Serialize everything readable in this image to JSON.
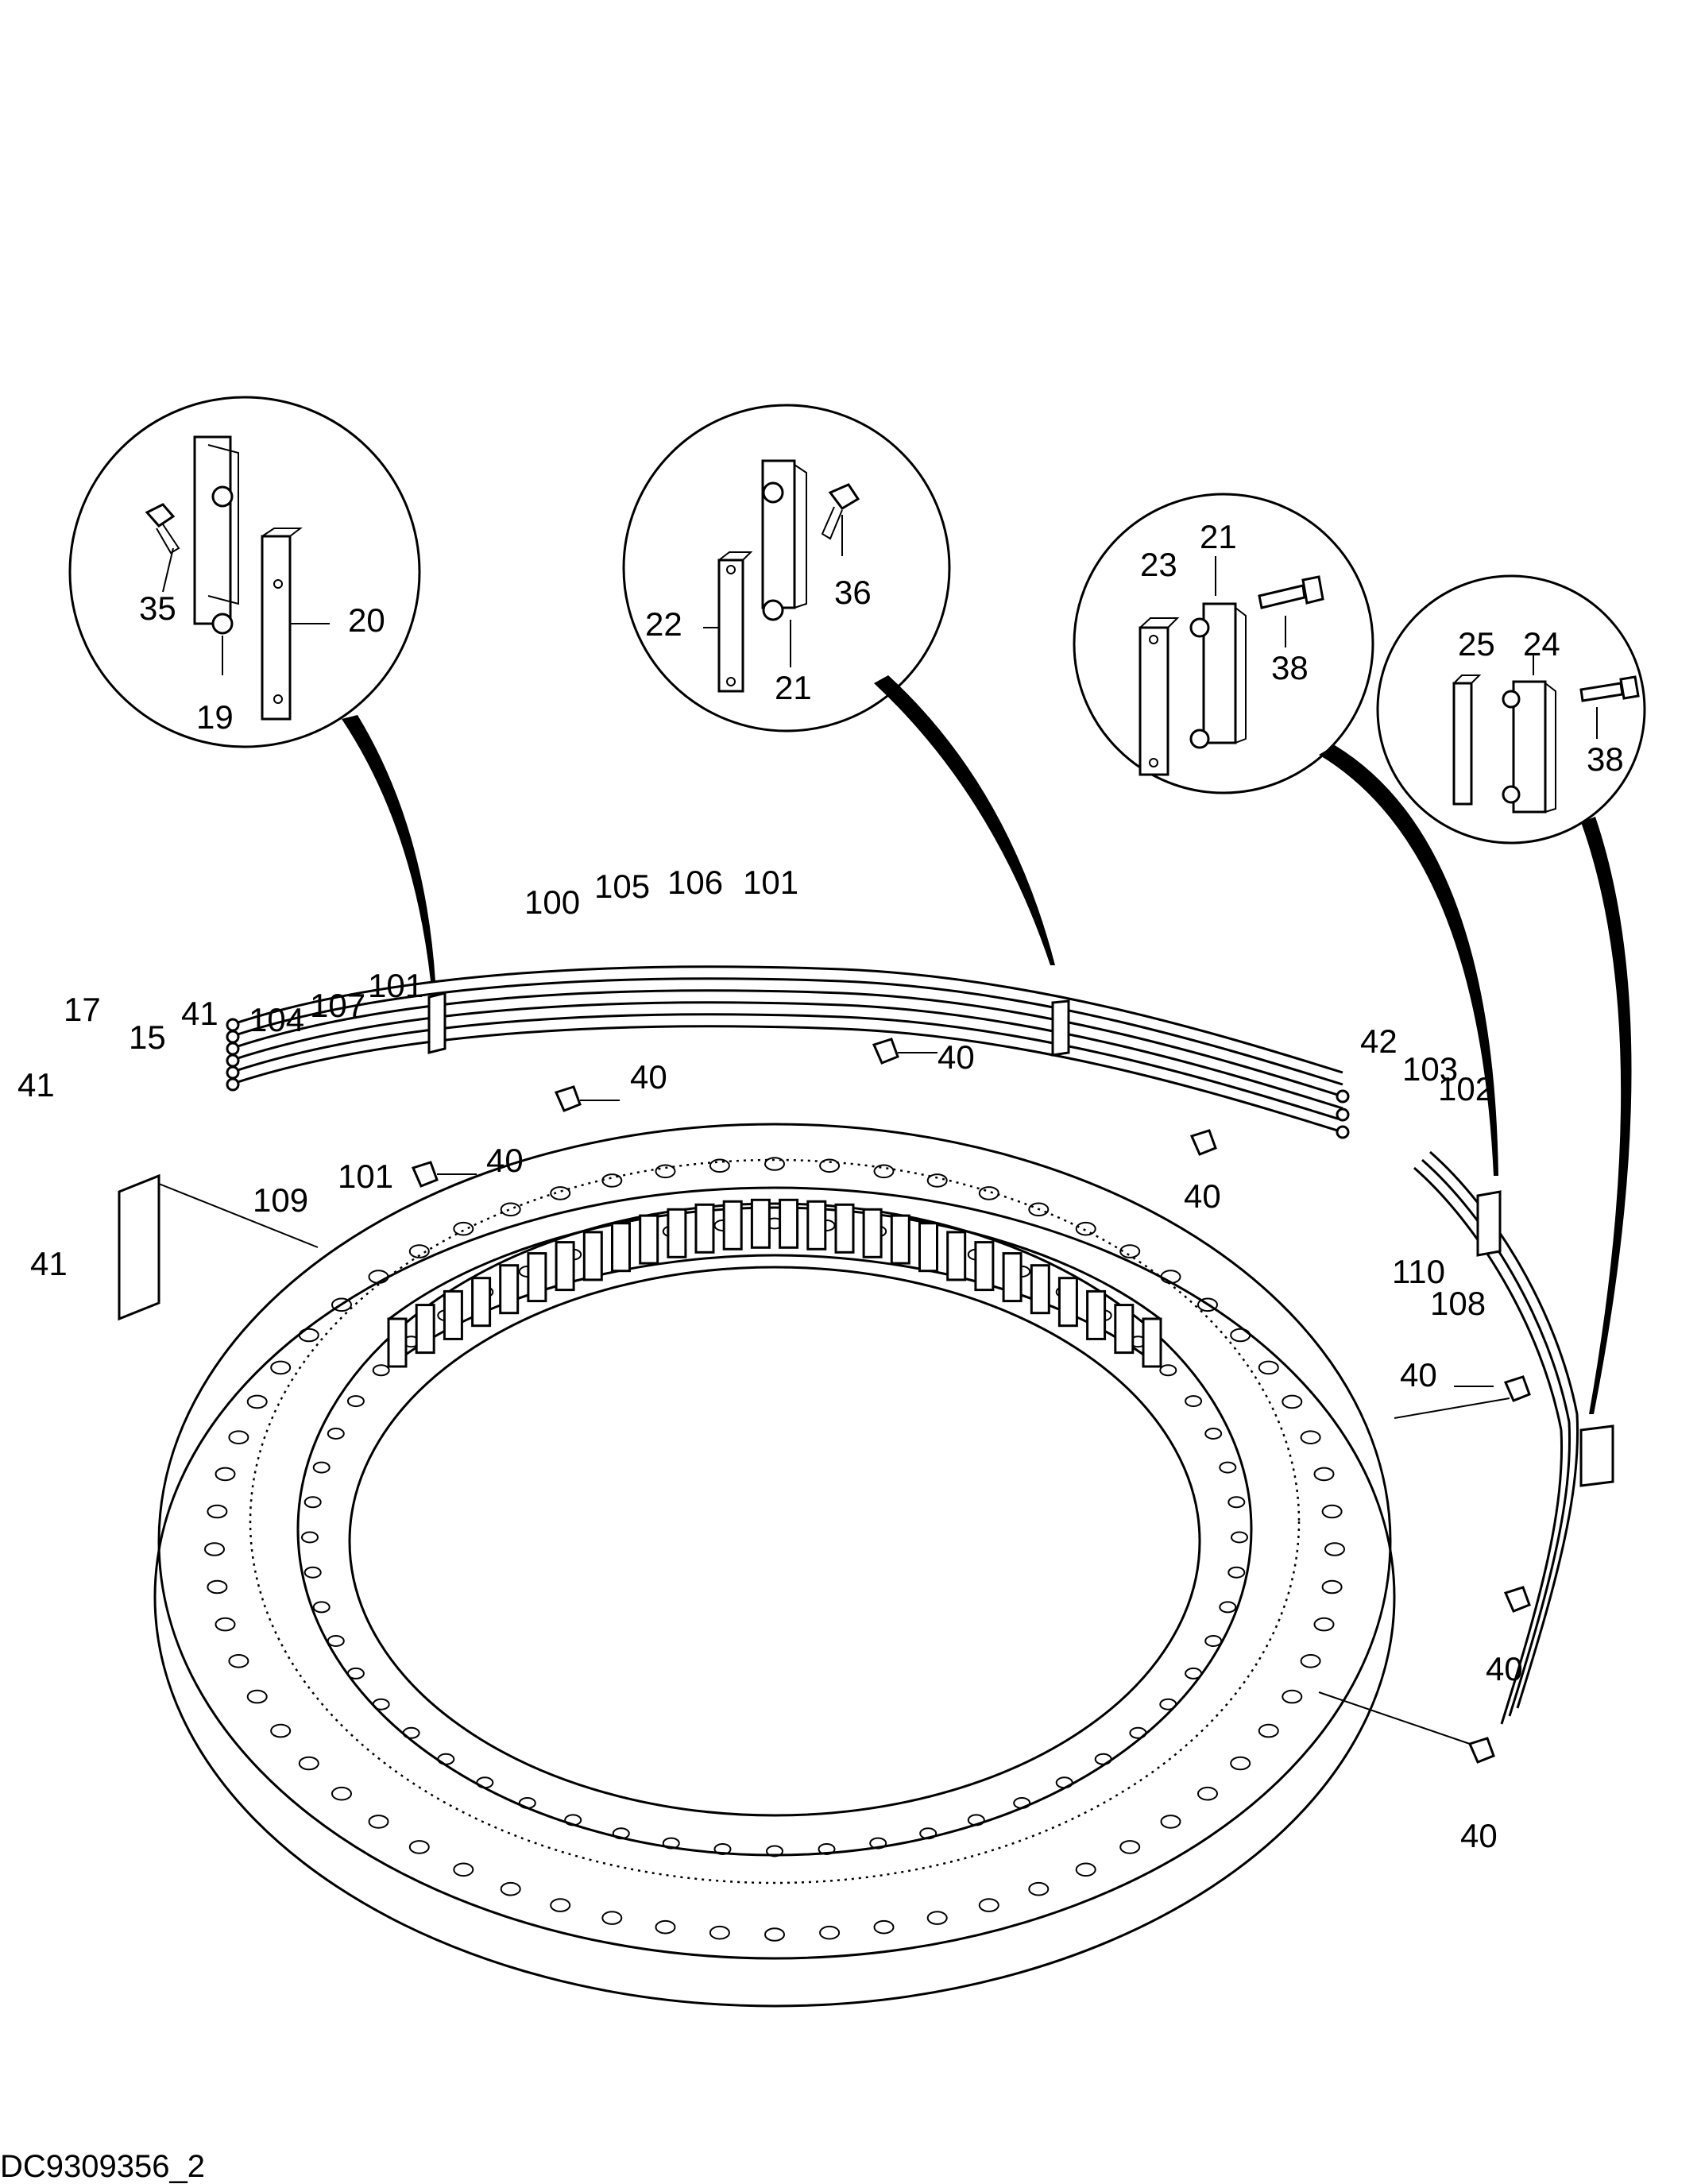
{
  "document": {
    "code": "DC9309356_2"
  },
  "callouts": [
    {
      "id": "c1",
      "labels": [
        "35",
        "19",
        "20"
      ]
    },
    {
      "id": "c2",
      "labels": [
        "22",
        "21",
        "36"
      ]
    },
    {
      "id": "c3",
      "labels": [
        "23",
        "21",
        "38"
      ]
    },
    {
      "id": "c4",
      "labels": [
        "25",
        "24",
        "38"
      ]
    }
  ],
  "labels": [
    {
      "text": "35"
    },
    {
      "text": "19"
    },
    {
      "text": "20"
    },
    {
      "text": "22"
    },
    {
      "text": "21"
    },
    {
      "text": "36"
    },
    {
      "text": "23"
    },
    {
      "text": "21"
    },
    {
      "text": "38"
    },
    {
      "text": "25"
    },
    {
      "text": "24"
    },
    {
      "text": "38"
    },
    {
      "text": "100"
    },
    {
      "text": "105"
    },
    {
      "text": "106"
    },
    {
      "text": "101"
    },
    {
      "text": "104"
    },
    {
      "text": "107"
    },
    {
      "text": "101"
    },
    {
      "text": "101"
    },
    {
      "text": "109"
    },
    {
      "text": "17"
    },
    {
      "text": "15"
    },
    {
      "text": "41"
    },
    {
      "text": "41"
    },
    {
      "text": "41"
    },
    {
      "text": "40"
    },
    {
      "text": "40"
    },
    {
      "text": "40"
    },
    {
      "text": "40"
    },
    {
      "text": "42"
    },
    {
      "text": "103"
    },
    {
      "text": "102"
    },
    {
      "text": "110"
    },
    {
      "text": "108"
    },
    {
      "text": "40"
    },
    {
      "text": "40"
    },
    {
      "text": "40"
    }
  ]
}
